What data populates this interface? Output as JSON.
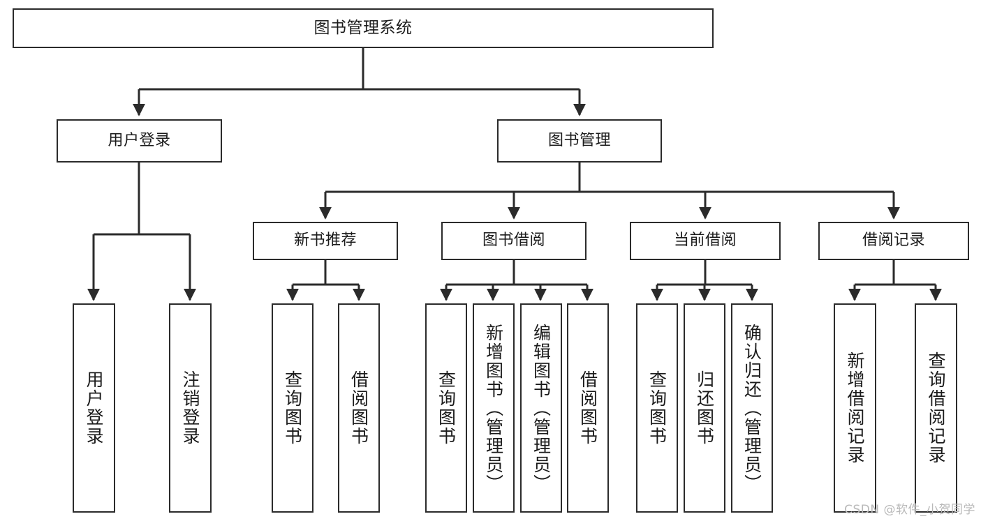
{
  "diagram": {
    "title": "图书管理系统",
    "watermark": "CSDN @软件_小贺同学",
    "colors": {
      "node_border": "#2b2b2b",
      "node_fill": "#ffffff",
      "edge": "#2b2b2b",
      "text": "#1b1b1b",
      "watermark": "#b9b9b9",
      "background": "#ffffff"
    },
    "nodes": {
      "root": {
        "label": "图书管理系统"
      },
      "level1": [
        {
          "label": "用户登录"
        },
        {
          "label": "图书管理"
        }
      ],
      "level2": [
        {
          "label": "新书推荐"
        },
        {
          "label": "图书借阅"
        },
        {
          "label": "当前借阅"
        },
        {
          "label": "借阅记录"
        }
      ],
      "leaves": {
        "user_login": [
          {
            "label": "用户登录"
          },
          {
            "label": "注销登录"
          }
        ],
        "new_book": [
          {
            "label": "查询图书"
          },
          {
            "label": "借阅图书"
          }
        ],
        "book_borrow": [
          {
            "label": "查询图书"
          },
          {
            "label": "新增图书（管理员）"
          },
          {
            "label": "编辑图书（管理员）"
          },
          {
            "label": "借阅图书"
          }
        ],
        "current_borrow": [
          {
            "label": "查询图书"
          },
          {
            "label": "归还图书"
          },
          {
            "label": "确认归还（管理员）"
          }
        ],
        "borrow_record": [
          {
            "label": "新增借阅记录"
          },
          {
            "label": "查询借阅记录"
          }
        ]
      }
    }
  }
}
